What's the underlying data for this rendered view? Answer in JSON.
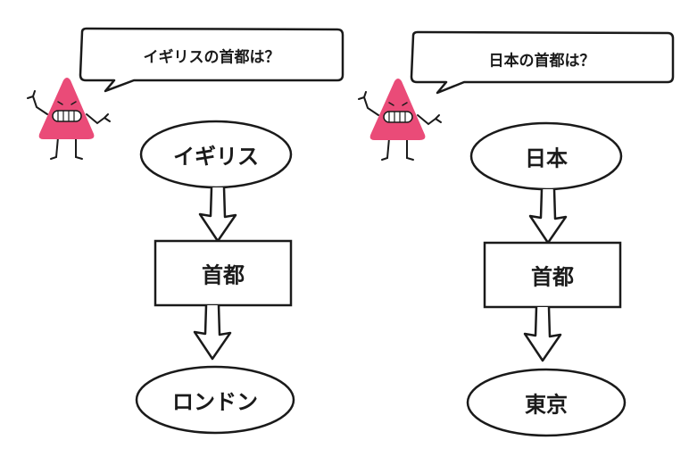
{
  "colors": {
    "mascot": "#ea4b78",
    "stroke": "#1a1a1a",
    "background": "#ffffff"
  },
  "left": {
    "question": "イギリスの首都は？",
    "nodes": [
      "イギリス",
      "首都",
      "ロンドン"
    ]
  },
  "right": {
    "question": "日本の首都は？",
    "nodes": [
      "日本",
      "首都",
      "東京"
    ]
  }
}
